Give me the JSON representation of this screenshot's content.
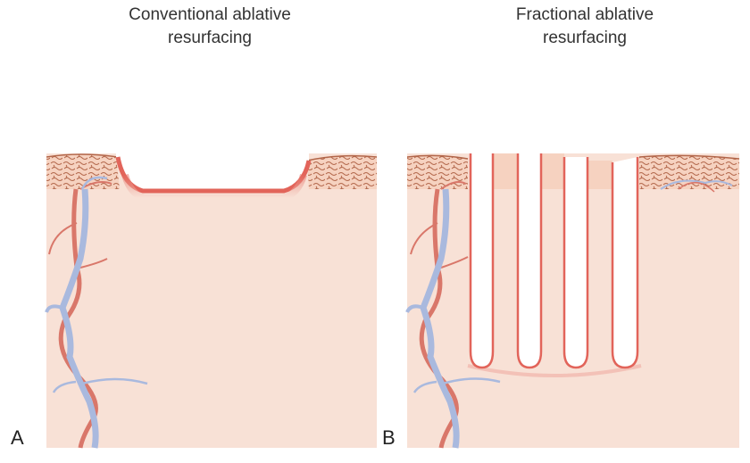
{
  "panels": [
    {
      "letter": "A",
      "title_line1": "Conventional ablative",
      "title_line2": "resurfacing"
    },
    {
      "letter": "B",
      "title_line1": "Fractional ablative",
      "title_line2": "resurfacing"
    }
  ],
  "colors": {
    "dermis": "#f8e1d6",
    "epidermis": "#f6d2c0",
    "ablation_rim": "#e2645a",
    "artery": "#d9776a",
    "vein": "#a9b9de",
    "cell_outline": "#b2664a"
  }
}
